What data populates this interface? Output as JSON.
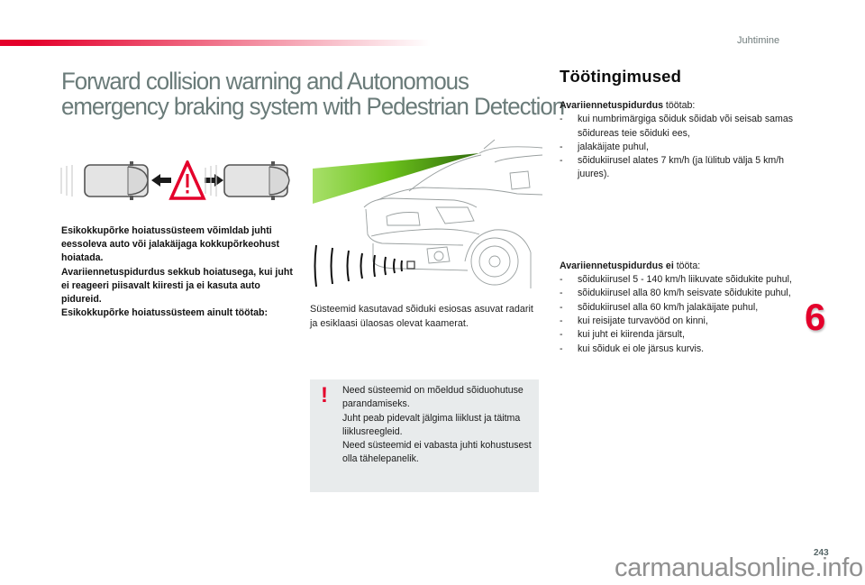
{
  "header": {
    "section_label": "Juhtimine",
    "accent_color": "#e4002b"
  },
  "title": {
    "line1": "Forward collision warning and Autonomous",
    "line2": "emergency braking system with Pedestrian Detection"
  },
  "left_column": {
    "paragraphs": [
      "Esikokkupõrke hoiatussüsteem võimldab juhti eessoleva auto või jalakäijaga kokkupõrkeohust hoiatada.",
      "Avariiennetuspidurdus sekkub hoiatusega, kui juht ei reageeri piisavalt kiiresti ja ei kasuta auto pidureid.",
      "Esikokkupõrke hoiatussüsteem ainult töötab:"
    ]
  },
  "middle_column": {
    "sensor_text": "Süsteemid kasutavad sõiduki esiosas asuvat radarit ja esiklaasi ülaosas olevat kaamerat.",
    "notice": {
      "icon": "exclamation-icon",
      "paragraphs": [
        "Need süsteemid on mõeldud sõiduohutuse parandamiseks.",
        "Juht peab pidevalt jälgima liiklust ja täitma liiklusreegleid.",
        "Need süsteemid ei vabasta juhti kohustusest olla tähelepanelik."
      ]
    }
  },
  "right_column": {
    "heading": "Töötingimused",
    "works": {
      "lead_bold": "Avariiennetuspidurdus",
      "lead_rest": " töötab:",
      "items": [
        "kui numbrimärgiga sõiduk sõidab või seisab samas sõidureas teie sõiduki ees,",
        "jalakäijate puhul,",
        "sõidukiirusel alates 7 km/h (ja lülitub välja 5 km/h juures)."
      ]
    },
    "not_works": {
      "lead_bold": "Avariiennetuspidurdus ei",
      "lead_rest": " tööta:",
      "items": [
        "sõidukiirusel 5 - 140 km/h liikuvate sõidukite puhul,",
        "sõidukiirusel alla 80 km/h seisvate sõidukite puhul,",
        "sõidukiirusel alla 60 km/h jalakäijate puhul,",
        "kui reisijate turvavööd on kinni,",
        "kui juht ei kiirenda järsult,",
        "kui sõiduk ei ole järsus kurvis."
      ]
    },
    "dash": "-"
  },
  "chapter_number": "6",
  "page_number": "243",
  "watermark": "carmanualsonline.info"
}
